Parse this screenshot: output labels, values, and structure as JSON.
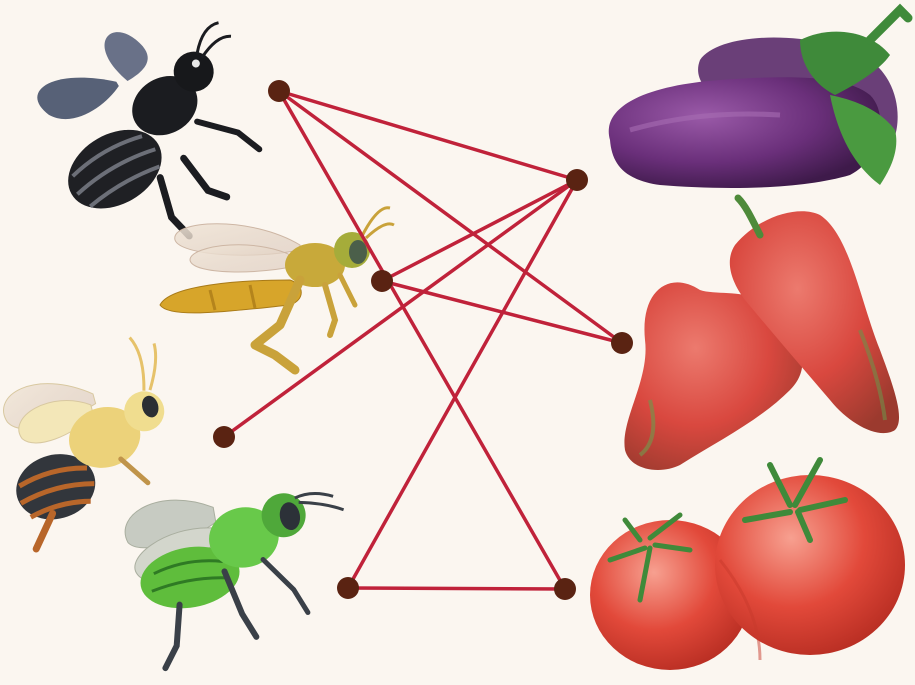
{
  "colors": {
    "background": "#fbf6f0",
    "link_line": "#c0223a",
    "node_fill": "#5a2312"
  },
  "insects": [
    {
      "name": "carpenter-bee",
      "color": "#1f2024"
    },
    {
      "name": "wasp",
      "color": "#d7a52a"
    },
    {
      "name": "bumble-bee",
      "color": "#ecd27a"
    },
    {
      "name": "green-sweat-bee",
      "color": "#5fbd3c"
    }
  ],
  "plants": [
    {
      "name": "eggplant",
      "color": "#6a2f7a"
    },
    {
      "name": "red-pepper",
      "color": "#d9483f"
    },
    {
      "name": "tomato",
      "color": "#e2493a"
    }
  ],
  "network": {
    "left_nodes": [
      "carpenter-bee",
      "wasp",
      "bumble-bee",
      "green-sweat-bee"
    ],
    "right_nodes": [
      "eggplant",
      "red-pepper",
      "tomato"
    ],
    "links": [
      [
        "carpenter-bee",
        "eggplant"
      ],
      [
        "carpenter-bee",
        "red-pepper"
      ],
      [
        "carpenter-bee",
        "tomato"
      ],
      [
        "wasp",
        "eggplant"
      ],
      [
        "wasp",
        "red-pepper"
      ],
      [
        "bumble-bee",
        "eggplant"
      ],
      [
        "green-sweat-bee",
        "eggplant"
      ],
      [
        "green-sweat-bee",
        "tomato"
      ]
    ]
  }
}
